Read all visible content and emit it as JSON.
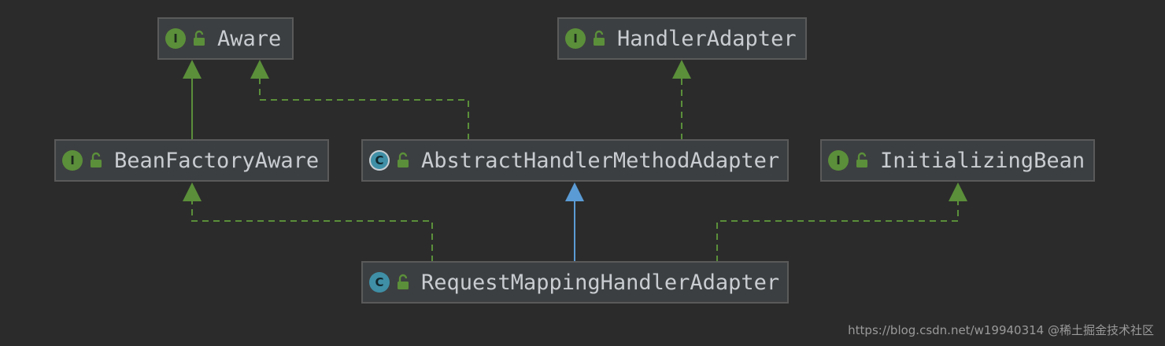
{
  "nodes": {
    "aware": {
      "label": "Aware",
      "kind": "interface",
      "badge": "I"
    },
    "handler_adapter": {
      "label": "HandlerAdapter",
      "kind": "interface",
      "badge": "I"
    },
    "bean_factory_aware": {
      "label": "BeanFactoryAware",
      "kind": "interface",
      "badge": "I"
    },
    "abstract_handler_method_adapter": {
      "label": "AbstractHandlerMethodAdapter",
      "kind": "abstract-class",
      "badge": "C"
    },
    "initializing_bean": {
      "label": "InitializingBean",
      "kind": "interface",
      "badge": "I"
    },
    "request_mapping_handler_adapter": {
      "label": "RequestMappingHandlerAdapter",
      "kind": "class",
      "badge": "C"
    }
  },
  "edges": [
    {
      "from": "bean_factory_aware",
      "to": "aware",
      "type": "extends"
    },
    {
      "from": "abstract_handler_method_adapter",
      "to": "aware",
      "type": "implements"
    },
    {
      "from": "abstract_handler_method_adapter",
      "to": "handler_adapter",
      "type": "implements"
    },
    {
      "from": "request_mapping_handler_adapter",
      "to": "bean_factory_aware",
      "type": "implements"
    },
    {
      "from": "request_mapping_handler_adapter",
      "to": "abstract_handler_method_adapter",
      "type": "extends-class"
    },
    {
      "from": "request_mapping_handler_adapter",
      "to": "initializing_bean",
      "type": "implements"
    }
  ],
  "colors": {
    "background": "#2b2b2b",
    "interface_edge": "#5b8f3a",
    "class_edge": "#5b9bd5",
    "lock": "#5b8f3a"
  },
  "watermark": "https://blog.csdn.net/w19940314 @稀土掘金技术社区"
}
